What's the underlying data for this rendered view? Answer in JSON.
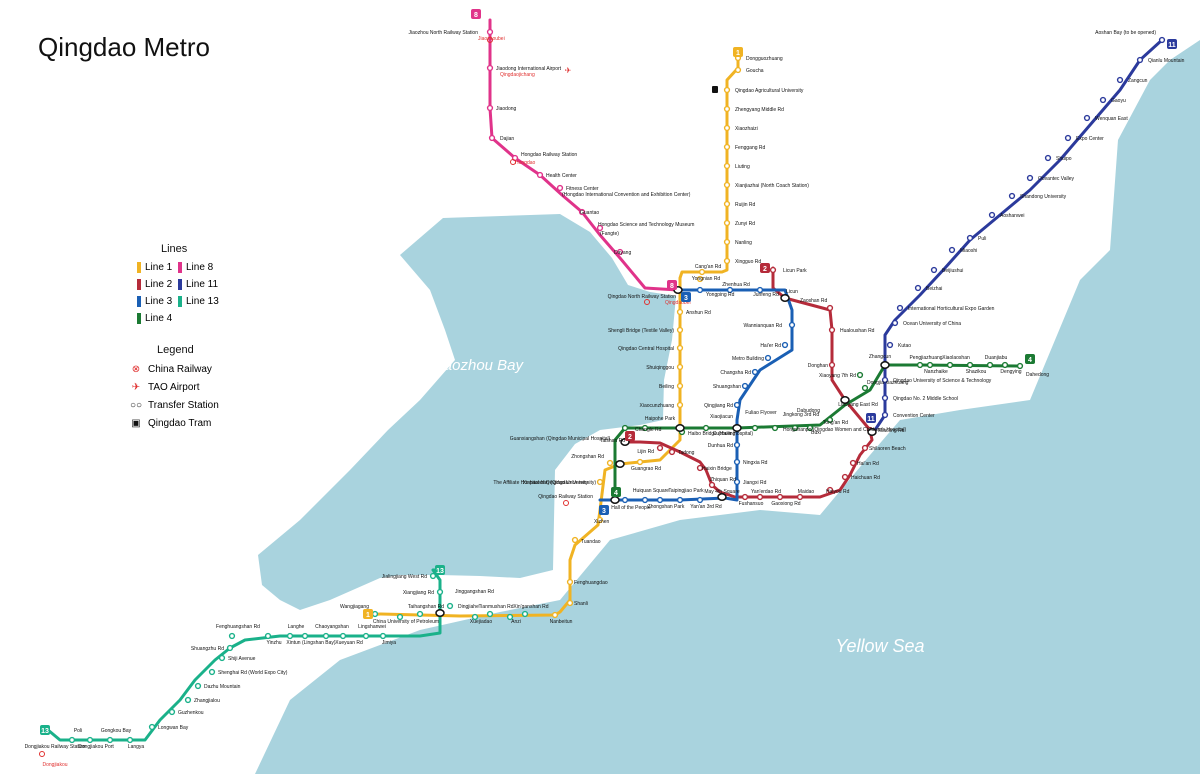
{
  "title": "Qingdao Metro",
  "legend": {
    "lines_heading": "Lines",
    "lines": [
      {
        "label": "Line 1",
        "color": "#f0b323"
      },
      {
        "label": "Line 8",
        "color": "#e0338a"
      },
      {
        "label": "Line 2",
        "color": "#b52b3a"
      },
      {
        "label": "Line 11",
        "color": "#2b3a9c"
      },
      {
        "label": "Line 3",
        "color": "#1a5fb4"
      },
      {
        "label": "Line 13",
        "color": "#1ab18a"
      },
      {
        "label": "Line 4",
        "color": "#1b7a33"
      }
    ],
    "legend_heading": "Legend",
    "symbols": [
      {
        "label": "China Railway",
        "icon": "railway-icon"
      },
      {
        "label": "TAO Airport",
        "icon": "airport-icon"
      },
      {
        "label": "Transfer Station",
        "icon": "transfer-icon"
      },
      {
        "label": "Qingdao Tram",
        "icon": "tram-icon"
      }
    ]
  },
  "water": {
    "bay": "Jiaozhou Bay",
    "sea": "Yellow Sea"
  },
  "colors": {
    "water": "#a9d3de",
    "land": "#ffffff",
    "red_mark": "#e0302f"
  },
  "line_badges": {
    "l1": "1",
    "l2": "2",
    "l3": "3",
    "l4": "4",
    "l8": "8",
    "l11": "11",
    "l13": "13"
  },
  "stations": {
    "l8": [
      "Jiaozhou North Railway Station",
      "Jiaodong International Airport",
      "Jiaodong",
      "Dajian",
      "Hongdao Railway Station",
      "Health Center",
      "Fitness Center",
      "(Hongdao International Convention and Exhibition Center)",
      "Guantao",
      "Hongdao Science and Technology Museum",
      "(Fangte)",
      "Dayang",
      "Qingdao North Railway Station"
    ],
    "l8_pinyin": [
      "Jiaozhoubei",
      "Qingdaojichang",
      "Hongdao",
      "Qingdaobei"
    ],
    "l1": [
      "Dongguozhuang",
      "Goucha",
      "Qingdao Agricultural University",
      "Zhengyang Middle Rd",
      "Xiaozhaizi",
      "Fenggang Rd",
      "Liuting",
      "Xianjiazhai (North Coach Station)",
      "Ruijin Rd",
      "Zunyi Rd",
      "Nanling",
      "Xingguo Rd",
      "Cang'an Rd",
      "Yongnian Rd",
      "Anshun Rd",
      "Shengli Bridge (Textile Valley)",
      "Qingdao Central Hospital",
      "Shuiqinggou",
      "Beiling",
      "Xiaocunzhuang",
      "Guangrao Rd",
      "Zhongshan Rd",
      "Xinhaoshan (Qingdao University)",
      "Xizhen",
      "Tuandao",
      "Fenghuangdao",
      "Shanli",
      "Nanbeitun"
    ],
    "l2": [
      "Licun Park",
      "Licun",
      "Zaoshan Rd",
      "Hualoushan Rd",
      "Donghan",
      "Tong'an Rd",
      "Miaoling Rd",
      "Shilaoren Beach",
      "Hai'an Rd",
      "Haichuan Rd",
      "Haiyou Rd",
      "Maidao",
      "Gaoxiong Rd",
      "Yan'erdao Rd",
      "Fushansuo",
      "Zhiquan Rd",
      "Haixin Bridge",
      "Tadong",
      "Lijin Rd",
      "Taishan Rd"
    ],
    "l3": [
      "Yongping Rd",
      "Zhenhua Rd",
      "Junfeng Rd",
      "Wannianquan Rd",
      "Hai'er Rd",
      "Metro Building",
      "Changsha Rd",
      "Shuangshan",
      "Qingjiang Rd",
      "Dunhua Rd",
      "Ningxia Rd",
      "Jiangxi Rd",
      "Qingdao Railway Station",
      "Hall of the People",
      "Huiquan Square",
      "Zhongshan Park",
      "Taipingjiao Park",
      "Yan'an 3rd Rd",
      "May 4th Square"
    ],
    "l4": [
      "Haipohe Park",
      "Changle Rd",
      "Haibo Bridge (Haier Hospital)",
      "Xiaojiacun",
      "Fuliao Flyover",
      "Hongshanpo (Qingdao Women and Children's Hospital)",
      "Jingkong 3rd Rd",
      "Buxi",
      "Dabudong",
      "Liaoyang East Rd",
      "Xiaoyang 7th Rd",
      "Dongjia-xiazhuang",
      "Zhangcun",
      "Pengjiazhuang",
      "Nanzhaike",
      "Xiaolaoshan",
      "Shazikou",
      "Duanjiabu",
      "Dengying",
      "Dahedong",
      "Guanxiangshan (Qingdao Municipal Hospital)",
      "The Affiliate Hospital of Qingdao University",
      "Cuobuling"
    ],
    "l11": [
      "Aoshan Bay (to be opened)",
      "Qianlu Mountain",
      "Zangcun",
      "Gaoyu",
      "Wenquan East",
      "Expo Center",
      "Shuipo",
      "Oceantec Valley",
      "Shandong University",
      "Aoshanwei",
      "Puli",
      "Miaoshi",
      "Beijiushui",
      "Beizhai",
      "International Horticultural Expo Garden",
      "Ocean University of China",
      "Kutao",
      "Qingdao University of Science & Technology",
      "Qingdao No. 2 Middle School",
      "Convention Center"
    ],
    "l13": [
      "Jialingjiang West Rd",
      "Xiangjiang Rd",
      "Jinggangshan Rd",
      "Wangjiagang",
      "Taihangshan Rd",
      "Dingjiahe",
      "Tianmushan Rd",
      "Xin'ganshan Rd",
      "China University of Petroleum",
      "Xuejiadao",
      "Anzi",
      "Fenghuangshan Rd",
      "Langhe",
      "Chaoyangshan",
      "Lingshanwei",
      "Yinzhu",
      "Xintun (Lingshan Bay)",
      "Xueyuan Rd",
      "Jimiya",
      "Shuangzhu Rd",
      "Shiji Avenue",
      "Shenghai Rd (World Expo City)",
      "Dazhu Mountain",
      "Zhangjialou",
      "Guzhenkou",
      "Longwan Bay",
      "Langya",
      "Gongkou Bay",
      "Dongjiakou Port",
      "Poli",
      "Dongjiakou Railway Station"
    ],
    "l13_pinyin": [
      "Dongjiakou"
    ]
  }
}
